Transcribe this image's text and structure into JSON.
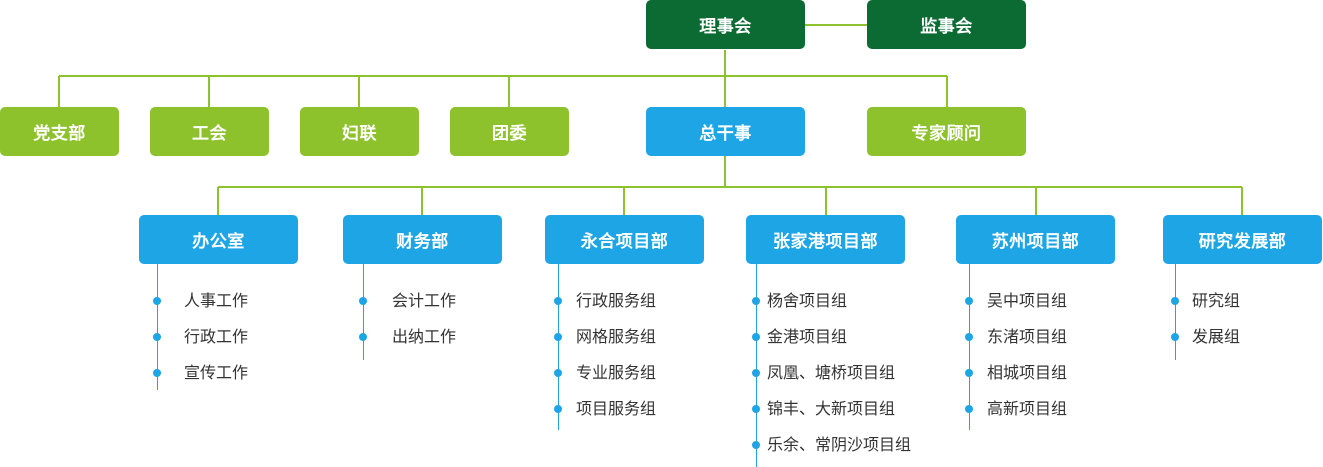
{
  "top": {
    "council": "理事会",
    "supervisors": "监事会"
  },
  "second_row": {
    "party": "党支部",
    "union": "工会",
    "women": "妇联",
    "youth": "团委",
    "director": "总干事",
    "advisors": "专家顾问"
  },
  "departments": [
    {
      "name": "办公室",
      "items": [
        "人事工作",
        "行政工作",
        "宣传工作"
      ]
    },
    {
      "name": "财务部",
      "items": [
        "会计工作",
        "出纳工作"
      ]
    },
    {
      "name": "永合项目部",
      "items": [
        "行政服务组",
        "网格服务组",
        "专业服务组",
        "项目服务组"
      ]
    },
    {
      "name": "张家港项目部",
      "items": [
        "杨舍项目组",
        "金港项目组",
        "凤凰、塘桥项目组",
        "锦丰、大新项目组",
        "乐余、常阴沙项目组"
      ]
    },
    {
      "name": "苏州项目部",
      "items": [
        "吴中项目组",
        "东渚项目组",
        "相城项目组",
        "高新项目组"
      ]
    },
    {
      "name": "研究发展部",
      "items": [
        "研究组",
        "发展组"
      ]
    }
  ],
  "colors": {
    "dark_green": "#0b6b33",
    "lime_green": "#8dc22d",
    "blue": "#1ea5e6",
    "connector": "#8dc22d"
  }
}
